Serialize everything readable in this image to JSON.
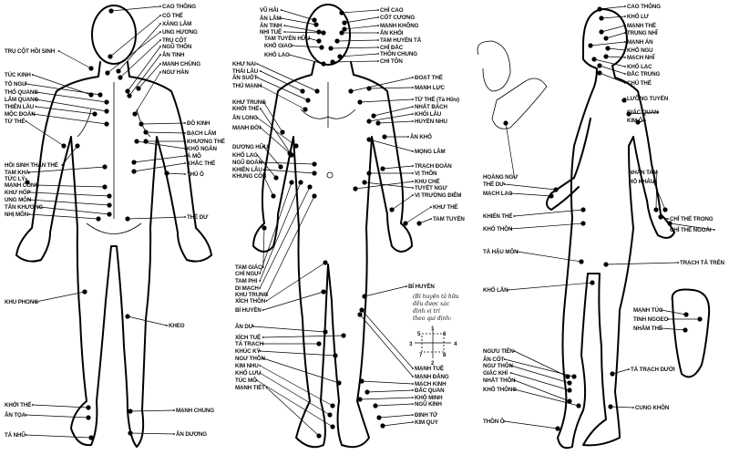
{
  "back_view": [
    "CAO THÔNG",
    "CÓ THẾ",
    "XĂNG LÂM",
    "UNG HƯƠNG",
    "TRỤ CỘT",
    "NGŨ THÔN",
    "ÂN TINH",
    "MẠNH CHÙNG",
    "NGƯ HÀN",
    "TRỤ CỘT HỒI SINH",
    "TÚC KINH",
    "TỎ NGƯ",
    "THỔ QUANG",
    "LÂM QUANG",
    "THIÊN LẦU",
    "MỘC ĐOÀN",
    "TỨ THẾ",
    "ĐỒ KINH",
    "BẠCH LÂM",
    "KHƯƠNG THẾ",
    "KHỔ NGÂN",
    "Á MÔ",
    "KHẮC THẾ",
    "THỦ Ô",
    "HỒI SINH THẦN THẾ",
    "TAM KHA",
    "TỨC LÝ",
    "MẠNH CÔNG",
    "KHƯ HỐP",
    "UNG MÔN",
    "TÂN KHƯƠNG",
    "NHỊ MÔN",
    "THẾ DƯ",
    "KHU PHONG",
    "KHEO",
    "KHỞI THẾ",
    "ÂN TỌA",
    "TÁ NHŨ",
    "MẠNH CHUNG",
    "ÂN DƯƠNG"
  ],
  "front_view": [
    "VŨ HẢI",
    "ÂN LÂM",
    "ÂN TINH",
    "NHI TUỆ",
    "TAM TUYỀN HỮU",
    "KHỔ GIAO",
    "KHỔ LẠC",
    "KHƯ NAI",
    "THÁI LÂU",
    "ÂN SUỐT",
    "THỦ MẠNH",
    "CHÍ CAO",
    "CỐT CƯƠNG",
    "MẠNH KHÔNG",
    "ÂN KHỐI",
    "TAM HUYỀN TẢ",
    "CHỈ ĐẮC",
    "THÔN CHUNG",
    "CHI TÔN",
    "ĐOẠT THẾ",
    "MẠNH LỰC",
    "TỨ THẾ (Tả Hữu)",
    "NHẤT BÁCH",
    "KHỐI LÂU",
    "HUYỀN NHU",
    "ÂN KHỔ",
    "MỌNG LÂM",
    "KHƯ TRUNG",
    "KHỞI THẾ",
    "ÂN LONG",
    "MẠNH ĐỜI",
    "DƯƠNG HỮU",
    "KHỔ LẠC",
    "NGŨ ĐOÀN",
    "KHIÊN LÂU",
    "KHUNG CỐN",
    "TRẠCH ĐOÀN",
    "VỊ THÔN",
    "KHU CHẾ",
    "TUYẾT NGƯ",
    "VỊ TRƯỜNG ĐIỂM",
    "KHƯ THẾ",
    "TAM TUYẾN",
    "TAM GIÁC",
    "CHÍ NGƯ",
    "TAM PHI",
    "DI MẠCH",
    "KHU TRUNG",
    "XÍCH THÔN",
    "BÍ HUYỀN",
    "ÂN DƯ",
    "XÍCH TUỆ",
    "TÁ TRẠCH",
    "KHÚC KỲ",
    "NGƯ THÔN",
    "KIM NHU",
    "KHỔ LƯU",
    "TÚC MÔ",
    "MẠNH TIẾT",
    "BÍ HUYỀN",
    "MẠNH TUỆ",
    "MẠNH ĐẰNG",
    "MẠCH KINH",
    "ĐẮC QUAN",
    "KHỔ MINH",
    "NGŨ KINH",
    "ĐỊNH TỬ",
    "KIM QUY"
  ],
  "side_view": [
    "CAO THÔNG",
    "KHỔ LƯ",
    "MẠNH THẾ",
    "TRUNG NHĨ",
    "MẠNH ÁN",
    "KHỔ NGU",
    "MẠCH NHĨ",
    "KHỔ LẠC",
    "ĐẮC TRUNG",
    "CHỦ THẾ",
    "LƯỠNG TUYẾN",
    "GIÁC QUAN",
    "KIM Ô",
    "HOÀNG NGƯ",
    "THẾ DƯ",
    "MẠCH LẠC",
    "NHÂN TAM",
    "HỔ KHẨU",
    "KHIẾN THẾ",
    "KHỔ THÔN",
    "CHỈ THẾ TRONG",
    "CHỈ THẾ NGOÀI",
    "TẢ HẬU MÔN",
    "TRẠCH TẢ TRÊN",
    "KHỔ LÂN",
    "MẠNH TÚC",
    "TINH NGOEO",
    "NHÂM THẾ",
    "NGƯU TIÊN",
    "ÂN CỐT",
    "NGƯ THÔN",
    "GIÁC KHÍ",
    "NHẤT THÔN",
    "KHỔ THÔNG",
    "TÁ TRẠCH DƯỚI",
    "CUNG KHÔN",
    "THÔN Ô"
  ],
  "note": {
    "lines": [
      "(Bí huyện tả hữu",
      "đều được xác",
      "định vị trí",
      "theo qui định:"
    ],
    "cross_numbers": [
      "1",
      "5",
      "6",
      "3",
      "4",
      "7",
      "8",
      "2"
    ]
  }
}
